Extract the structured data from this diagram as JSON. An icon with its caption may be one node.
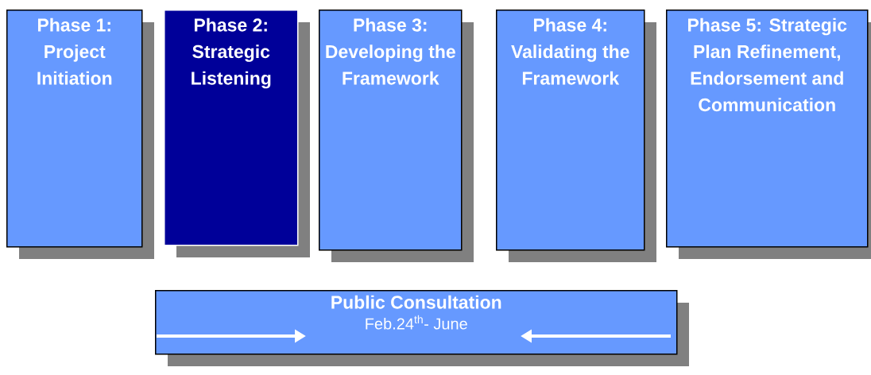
{
  "diagram": {
    "nodes": [
      {
        "text": [
          "Phase 1: Project Initiation"
        ]
      },
      {
        "text": [
          "Phase 2: Strategic Listening"
        ]
      },
      {
        "text": [
          "Phase 3: Developing the Framework"
        ]
      },
      {
        "text": [
          "Phase 4: Validating the Framework"
        ]
      },
      {
        "text": [
          "Phase 5: Strategic Plan Refinement, Endorsement and Communication"
        ]
      },
      {
        "text": [
          "Public Consultation",
          "Feb.24$^{th}$- June"
        ]
      }
    ]
  }
}
